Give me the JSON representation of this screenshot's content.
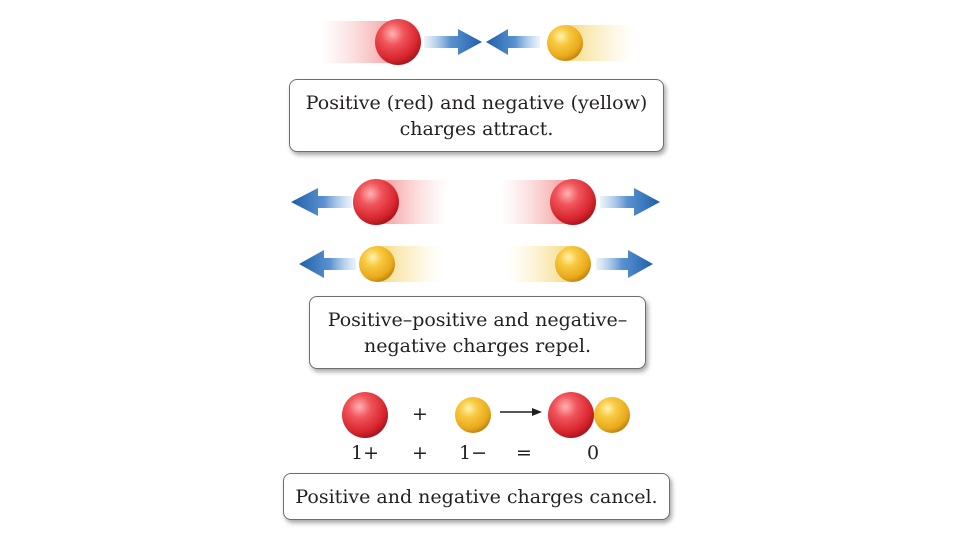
{
  "colors": {
    "positive": "#e0353d",
    "negative": "#f2b827",
    "arrow": "#2f6fb6"
  },
  "captions": {
    "attract": [
      "Positive (red) and negative (yellow)",
      "charges attract."
    ],
    "repel": [
      "Positive–positive and negative–",
      "negative charges repel."
    ],
    "cancel": "Positive and negative charges cancel."
  },
  "equation": {
    "plus_top": "+",
    "charge_positive": "1+",
    "plus": "+",
    "charge_negative": "1−",
    "equals": "=",
    "result": "0"
  }
}
